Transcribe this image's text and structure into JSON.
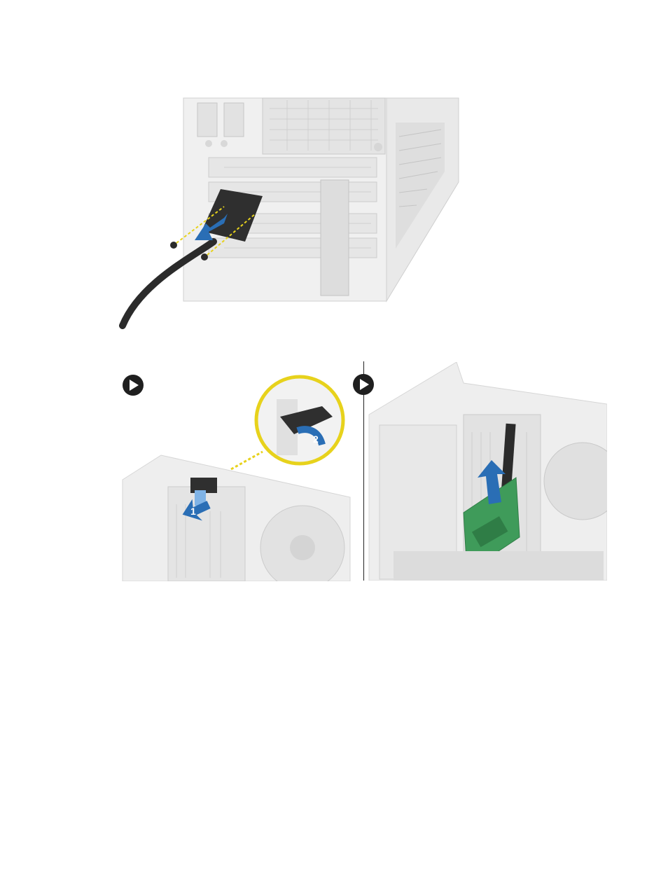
{
  "figures": {
    "top": {
      "name": "disconnect-cable-illustration"
    },
    "bottom_left": {
      "step_marker_icon": "play-circle-icon",
      "callout_step_1": "1",
      "callout_step_2": "2"
    },
    "bottom_right": {
      "step_marker_icon": "play-circle-icon"
    }
  },
  "colors": {
    "arrow_blue": "#2a6eb5",
    "callout_yellow": "#e7d21c",
    "card_green": "#3f9b5a",
    "chassis_gray": "#e6e6e6",
    "chassis_dark": "#c8c8c8"
  }
}
